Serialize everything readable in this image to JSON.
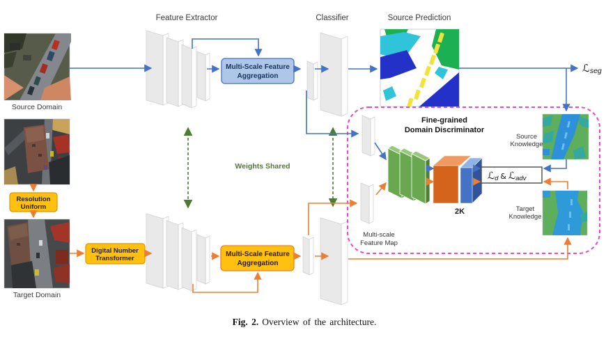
{
  "figure_caption": {
    "prefix": "Fig. 2.",
    "text": "Overview of the architecture."
  },
  "section_labels": {
    "feature_extractor": "Feature Extractor",
    "classifier": "Classifier",
    "source_prediction": "Source Prediction",
    "source_domain": "Source Domain",
    "target_domain": "Target Domain",
    "weights_shared": "Weights Shared",
    "discriminator_title_line1": "Fine-grained",
    "discriminator_title_line2": "Domain Discriminator",
    "multiscale_feature_map_line1": "Multi-scale",
    "multiscale_feature_map_line2": "Feature Map",
    "source_knowledge_line1": "Source",
    "source_knowledge_line2": "Knowledge",
    "target_knowledge_line1": "Target",
    "target_knowledge_line2": "Knowledge",
    "output_dim": "2K"
  },
  "process_boxes": {
    "resolution_uniform": {
      "line1": "Resolution",
      "line2": "Uniform"
    },
    "digital_number_transformer": {
      "line1": "Digital Number",
      "line2": "Transformer"
    },
    "msfa_source": {
      "line1": "Multi-Scale Feature",
      "line2": "Aggregation"
    },
    "msfa_target": {
      "line1": "Multi-Scale Feature",
      "line2": "Aggregation"
    }
  },
  "losses": {
    "seg": {
      "symbol": "ℒ",
      "sub": "seg"
    },
    "domain": {
      "symbol": "ℒ",
      "sub": "d"
    },
    "ampersand": "&",
    "adversarial": {
      "symbol": "ℒ",
      "sub": "adv"
    }
  },
  "colors": {
    "source_path_blue": "#4472c4",
    "target_path_orange": "#ed7d31",
    "weights_shared_green": "#4e7b33",
    "discriminator_outline_pink": "#ee44cc",
    "aggregation_box_blue_fill": "#aec6e8",
    "amber_box_fill": "#ffc010",
    "network_layer_gray": "#e9e9e9",
    "discriminator_layer_green": "#69a84f",
    "output_block_orange": "#d4641c",
    "output_block_blue": "#4472c4",
    "prediction_cyan": "#2fc4da",
    "prediction_green": "#1db053",
    "prediction_blue": "#2331c8",
    "prediction_yellow": "#f3e23b",
    "knowledge_green": "#5fae5c",
    "knowledge_blue": "#2e90d8"
  }
}
